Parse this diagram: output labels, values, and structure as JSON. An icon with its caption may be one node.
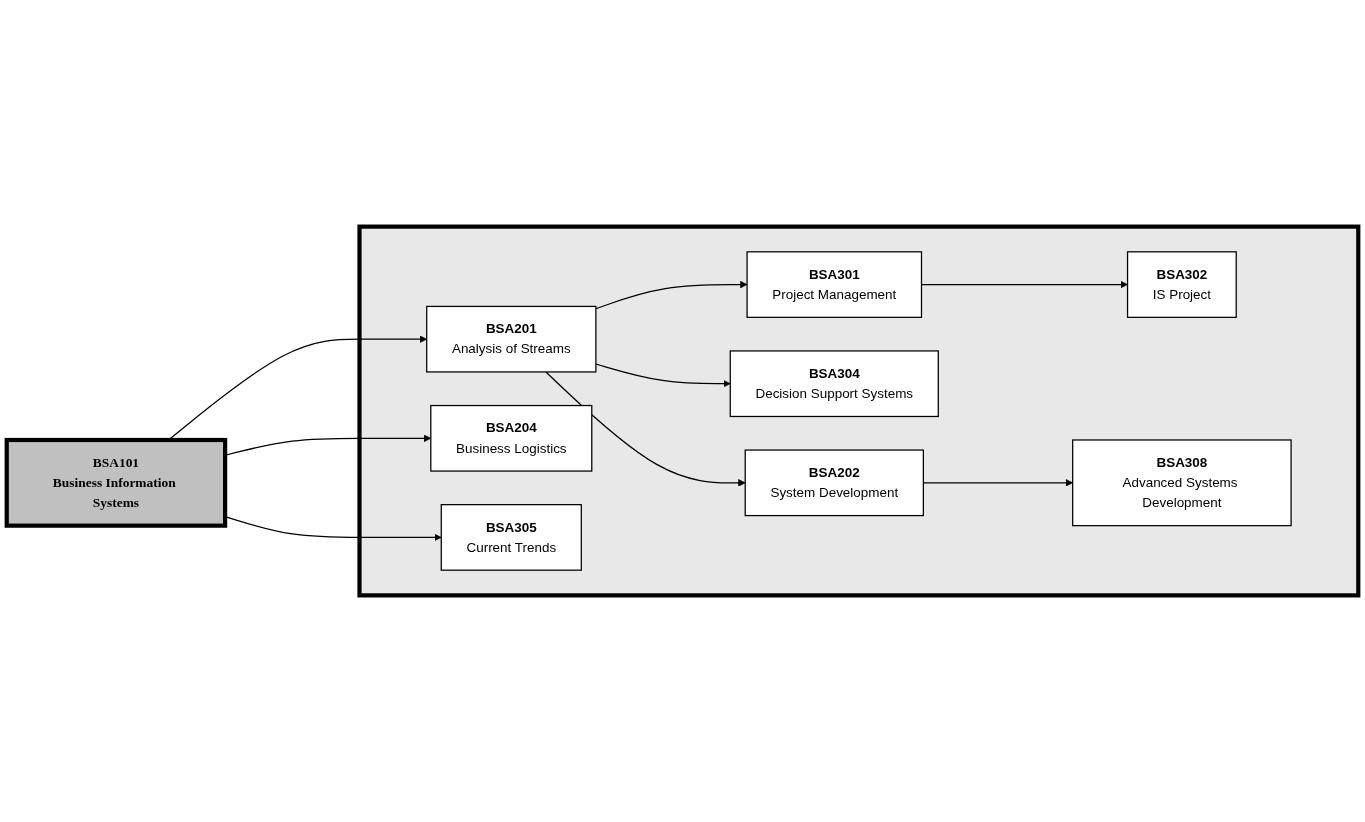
{
  "diagram": {
    "nodes": [
      {
        "text": [
          "BSA101",
          "Business Information Systems"
        ]
      },
      {
        "text": [],
        "shape": "box"
      },
      {
        "text": [
          "BSA201",
          "Analysis of Streams"
        ],
        "in": 1
      },
      {
        "text": [
          "BSA202",
          "System Development"
        ],
        "in": 1
      },
      {
        "text": [
          "BSA204",
          "Business Logistics"
        ],
        "in": 1
      },
      {
        "text": [
          "BSA301",
          "Project Management"
        ],
        "in": 1
      },
      {
        "text": [
          "BSA302",
          "IS Project"
        ],
        "in": 1
      },
      {
        "text": [
          "BSA304",
          "Decision Support Systems"
        ],
        "in": 1
      },
      {
        "text": [
          "BSA308",
          "Advanced Systems Development"
        ],
        "in": 1
      },
      {
        "text": [
          "BSA305",
          "Current Trends"
        ],
        "in": 1
      }
    ],
    "edges": [
      {
        "from": 0,
        "to": 2,
        "arrow": "to"
      },
      {
        "from": 0,
        "to": 4,
        "arrow": "to"
      },
      {
        "from": 0,
        "to": 9,
        "arrow": "to"
      },
      {
        "from": 2,
        "to": 5,
        "arrow": "to"
      },
      {
        "from": 2,
        "to": 7,
        "arrow": "to"
      },
      {
        "from": 2,
        "to": 3,
        "arrow": "to"
      },
      {
        "from": 5,
        "to": 6,
        "arrow": "to"
      },
      {
        "from": 3,
        "to": 8,
        "arrow": "to"
      }
    ]
  }
}
